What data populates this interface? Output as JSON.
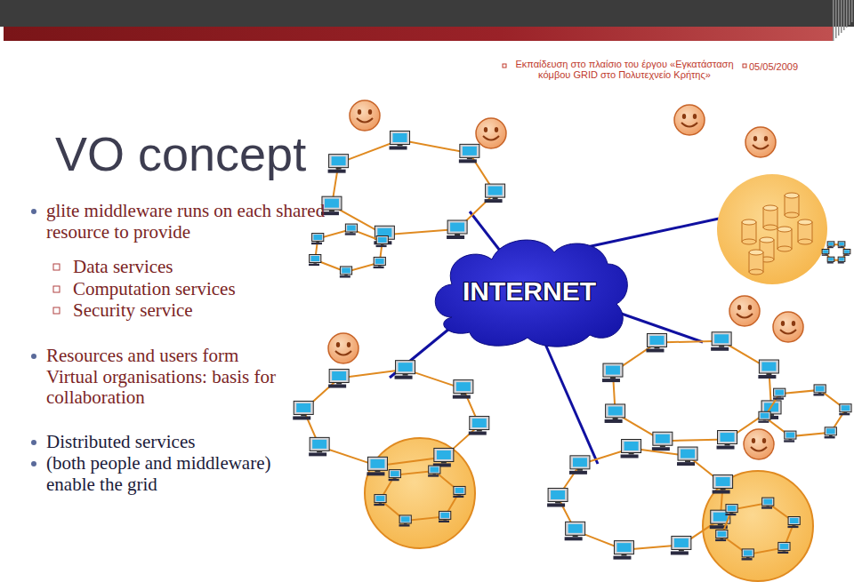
{
  "diagram": {
    "title": "VO concept",
    "nodes": [
      {
        "text": [
          "INTERNET"
        ]
      }
    ],
    "labels": [
      "Εκπαίδευση στο πλαίσιο του έργου «Εγκατάσταση κόμβου GRID στο Πολυτεχνείο Κρήτης»",
      "05/05/2009",
      "glite middleware runs on each shared resource to provide",
      "Data services",
      "Computation services",
      "Security service",
      "Resources and users form Virtual organisations: basis for collaboration",
      "Distributed services",
      "(both people and middleware) enable the grid"
    ]
  }
}
